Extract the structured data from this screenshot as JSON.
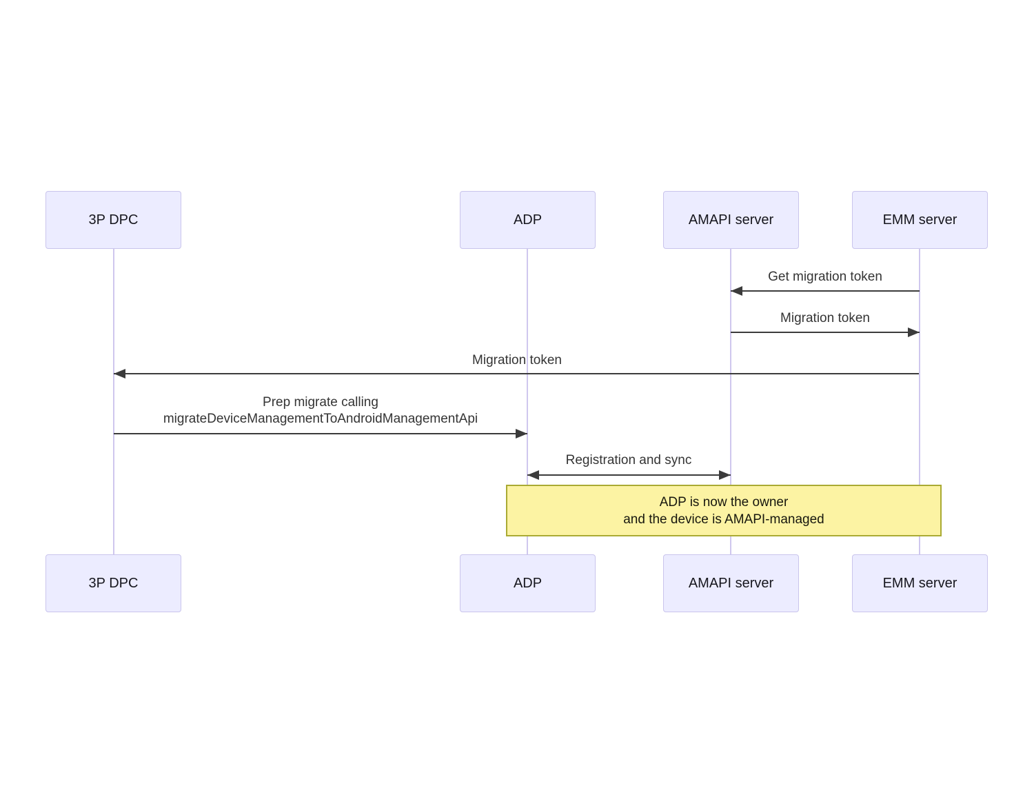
{
  "diagram": {
    "type": "sequence",
    "colors": {
      "background": "#ffffff",
      "actor_fill": "#ececff",
      "actor_border": "#c9c4ec",
      "lifeline": "#cfc7ee",
      "arrow": "#3b3b3b",
      "message_text": "#343434",
      "note_fill": "#fcf3a3",
      "note_border": "#aaaa33"
    },
    "actors": [
      {
        "id": "3p-dpc",
        "label": "3P DPC"
      },
      {
        "id": "adp",
        "label": "ADP"
      },
      {
        "id": "amapi-server",
        "label": "AMAPI server"
      },
      {
        "id": "emm-server",
        "label": "EMM server"
      }
    ],
    "messages": [
      {
        "from": "EMM server",
        "to": "AMAPI server",
        "direction": "left",
        "text": "Get migration token"
      },
      {
        "from": "AMAPI server",
        "to": "EMM server",
        "direction": "right",
        "text": "Migration token"
      },
      {
        "from": "EMM server",
        "to": "3P DPC",
        "direction": "left",
        "text": "Migration token"
      },
      {
        "from": "3P DPC",
        "to": "ADP",
        "direction": "right",
        "text": "Prep migrate calling\nmigrateDeviceManagementToAndroidManagementApi"
      },
      {
        "from": "ADP",
        "to": "AMAPI server",
        "direction": "both",
        "text": "Registration and sync"
      }
    ],
    "note": {
      "over": "ADP, AMAPI server, EMM server",
      "text": "ADP is now the owner\nand the device is AMAPI-managed"
    }
  }
}
